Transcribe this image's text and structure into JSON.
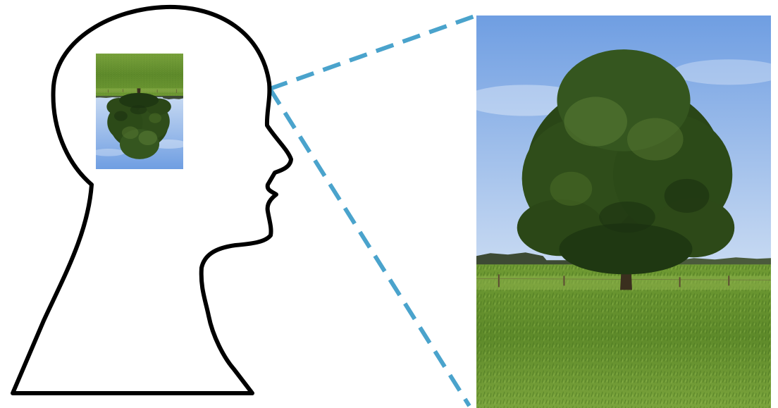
{
  "colors": {
    "background": "#ffffff",
    "head_outline": "#000000",
    "projection_lines": "#4aa3cc",
    "sky_top": "#6f9ee2",
    "sky_bottom": "#f2f6fb",
    "grass_light": "#7aa33c",
    "grass_dark": "#3f6b1b",
    "foliage_dark": "#1f3812",
    "foliage_mid": "#35561f",
    "foliage_light": "#5a7d34",
    "trunk": "#3a2f1e",
    "treeline": "#3d4a34"
  },
  "figure": {
    "viewer": "head-silhouette-profile",
    "observed_scene": "tree-in-meadow-photo",
    "mental_image": "tree-in-meadow-photo",
    "mental_image_orientation": "upside-down"
  }
}
